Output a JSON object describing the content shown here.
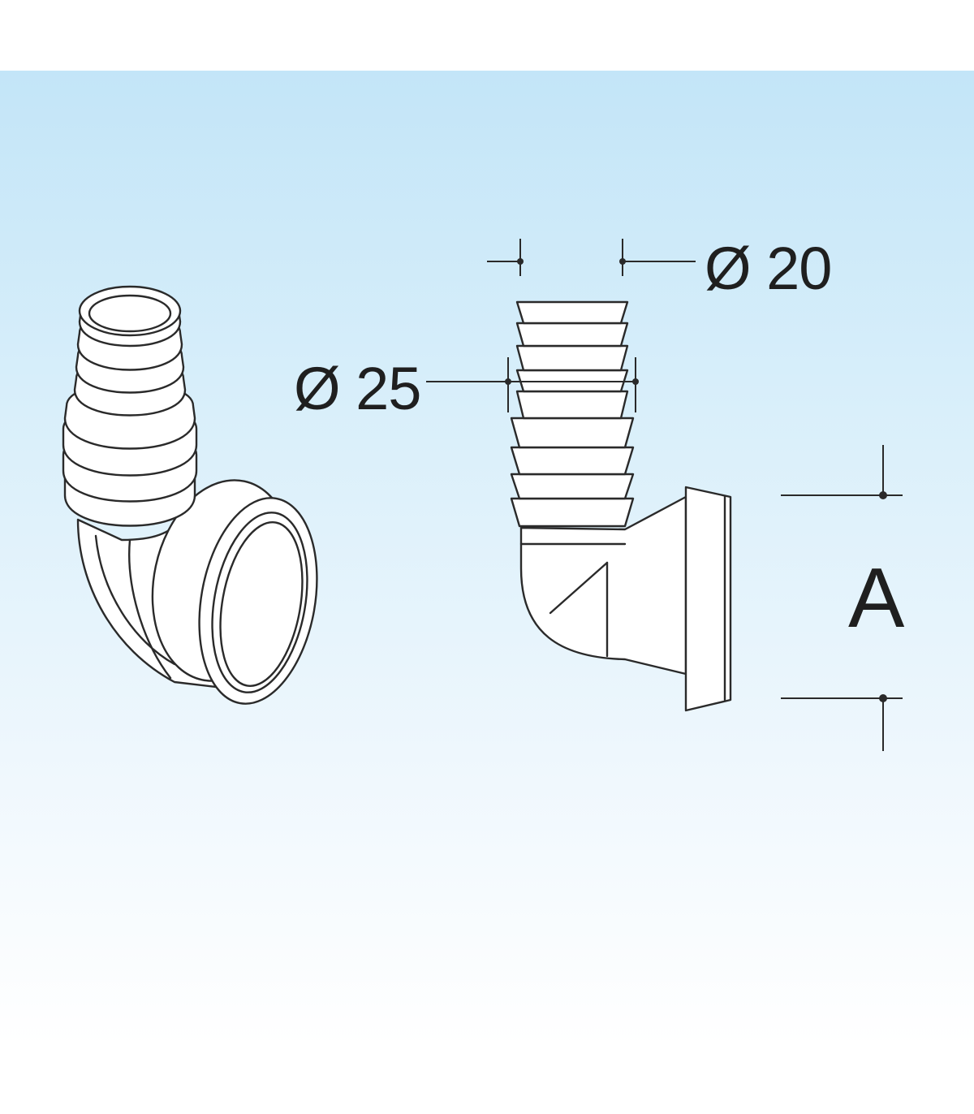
{
  "dimensions": {
    "small_diameter": "Ø 20",
    "large_diameter": "Ø 25",
    "height": "A"
  },
  "colors": {
    "background_top": "#c3e5f8",
    "background_bottom": "#ffffff",
    "line": "#2a2a2a",
    "fill": "#ffffff"
  }
}
